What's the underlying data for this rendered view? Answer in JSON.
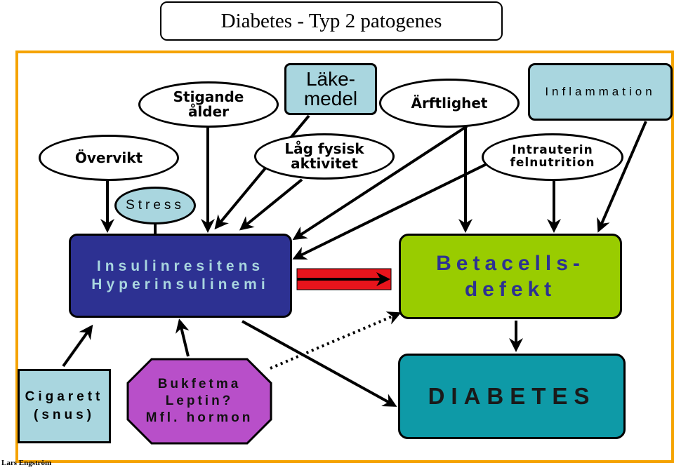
{
  "title": "Diabetes - Typ 2  patogenes",
  "factors": {
    "overvikt": "Övervikt",
    "stigande_1": "Stigande",
    "stigande_2": "ålder",
    "lakemedel_1": "Läke-",
    "lakemedel_2": "medel",
    "ärftlighet": "Ärftlighet",
    "inflammation": "Inflammation",
    "lag_fysisk_1": "Låg fysisk",
    "lag_fysisk_2": "aktivitet",
    "intrauterin_1": "Intrauterin",
    "intrauterin_2": "felnutrition",
    "stress": "Stress",
    "cigarett_1": "Cigarett",
    "cigarett_2": "(snus)",
    "bukfetma_1": "Bukfetma",
    "bukfetma_2": "Leptin?",
    "bukfetma_3": "Mfl. hormon"
  },
  "nodes": {
    "insulin_1": "Insulinresitens",
    "insulin_2": "Hyperinsulinemi",
    "beta_1": "Betacells-",
    "beta_2": "defekt",
    "diabetes": "DIABETES"
  },
  "colors": {
    "frame": "#f5a300",
    "light_blue": "#a9d6df",
    "insulin_bg": "#2d3192",
    "beta_bg": "#99cc00",
    "diabetes_bg": "#0e9aa7",
    "bukfetma_bg": "#b84fc9",
    "arrow_red": "#e8141c"
  },
  "author": "Lars Engström"
}
